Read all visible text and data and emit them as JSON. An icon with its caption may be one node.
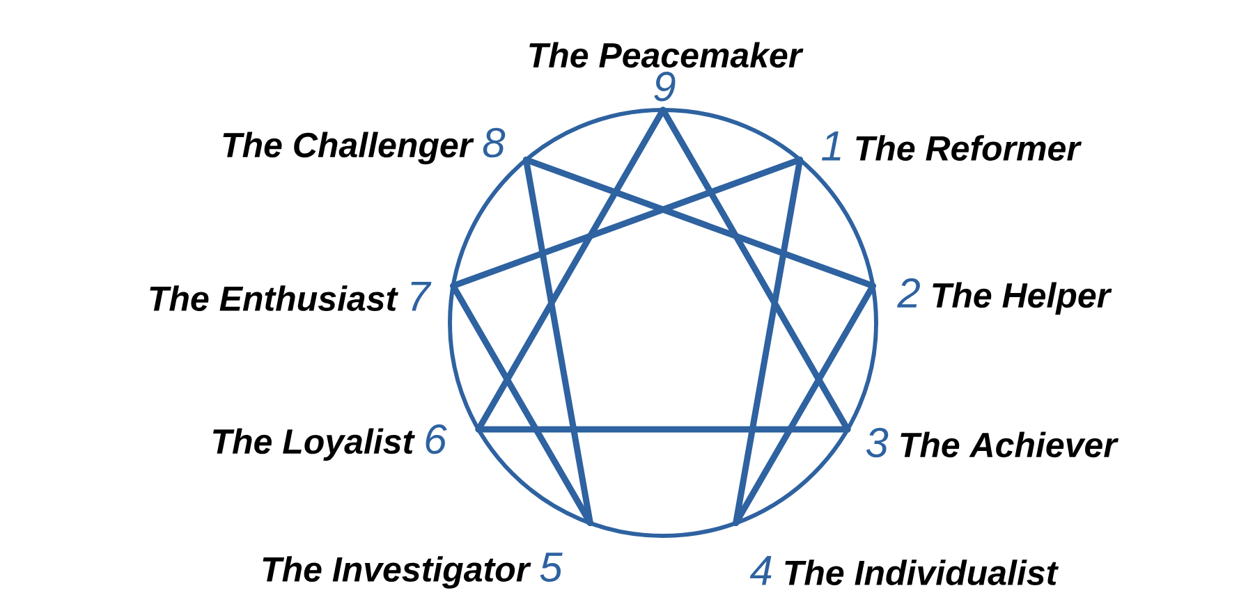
{
  "diagram": {
    "nodes": [
      {
        "text": [
          "The Peacemaker",
          "9"
        ]
      },
      {
        "text": [
          "1",
          "The Reformer"
        ]
      },
      {
        "text": [
          "2",
          "The Helper"
        ]
      },
      {
        "text": [
          "3",
          "The Achiever"
        ]
      },
      {
        "text": [
          "4",
          "The Individualist"
        ]
      },
      {
        "text": [
          "The Investigator",
          "5"
        ]
      },
      {
        "text": [
          "The Loyalist",
          "6"
        ]
      },
      {
        "text": [
          "The Enthusiast",
          "7"
        ]
      },
      {
        "text": [
          "The Challenger",
          "8"
        ]
      }
    ],
    "edges": [
      {
        "from": 0,
        "to": 3,
        "arrow": "none"
      },
      {
        "from": 3,
        "to": 6,
        "arrow": "none"
      },
      {
        "from": 6,
        "to": 0,
        "arrow": "none"
      },
      {
        "from": 1,
        "to": 4,
        "arrow": "none"
      },
      {
        "from": 4,
        "to": 2,
        "arrow": "none"
      },
      {
        "from": 2,
        "to": 8,
        "arrow": "none"
      },
      {
        "from": 8,
        "to": 5,
        "arrow": "none"
      },
      {
        "from": 5,
        "to": 7,
        "arrow": "none"
      },
      {
        "from": 7,
        "to": 1,
        "arrow": "none"
      }
    ]
  }
}
